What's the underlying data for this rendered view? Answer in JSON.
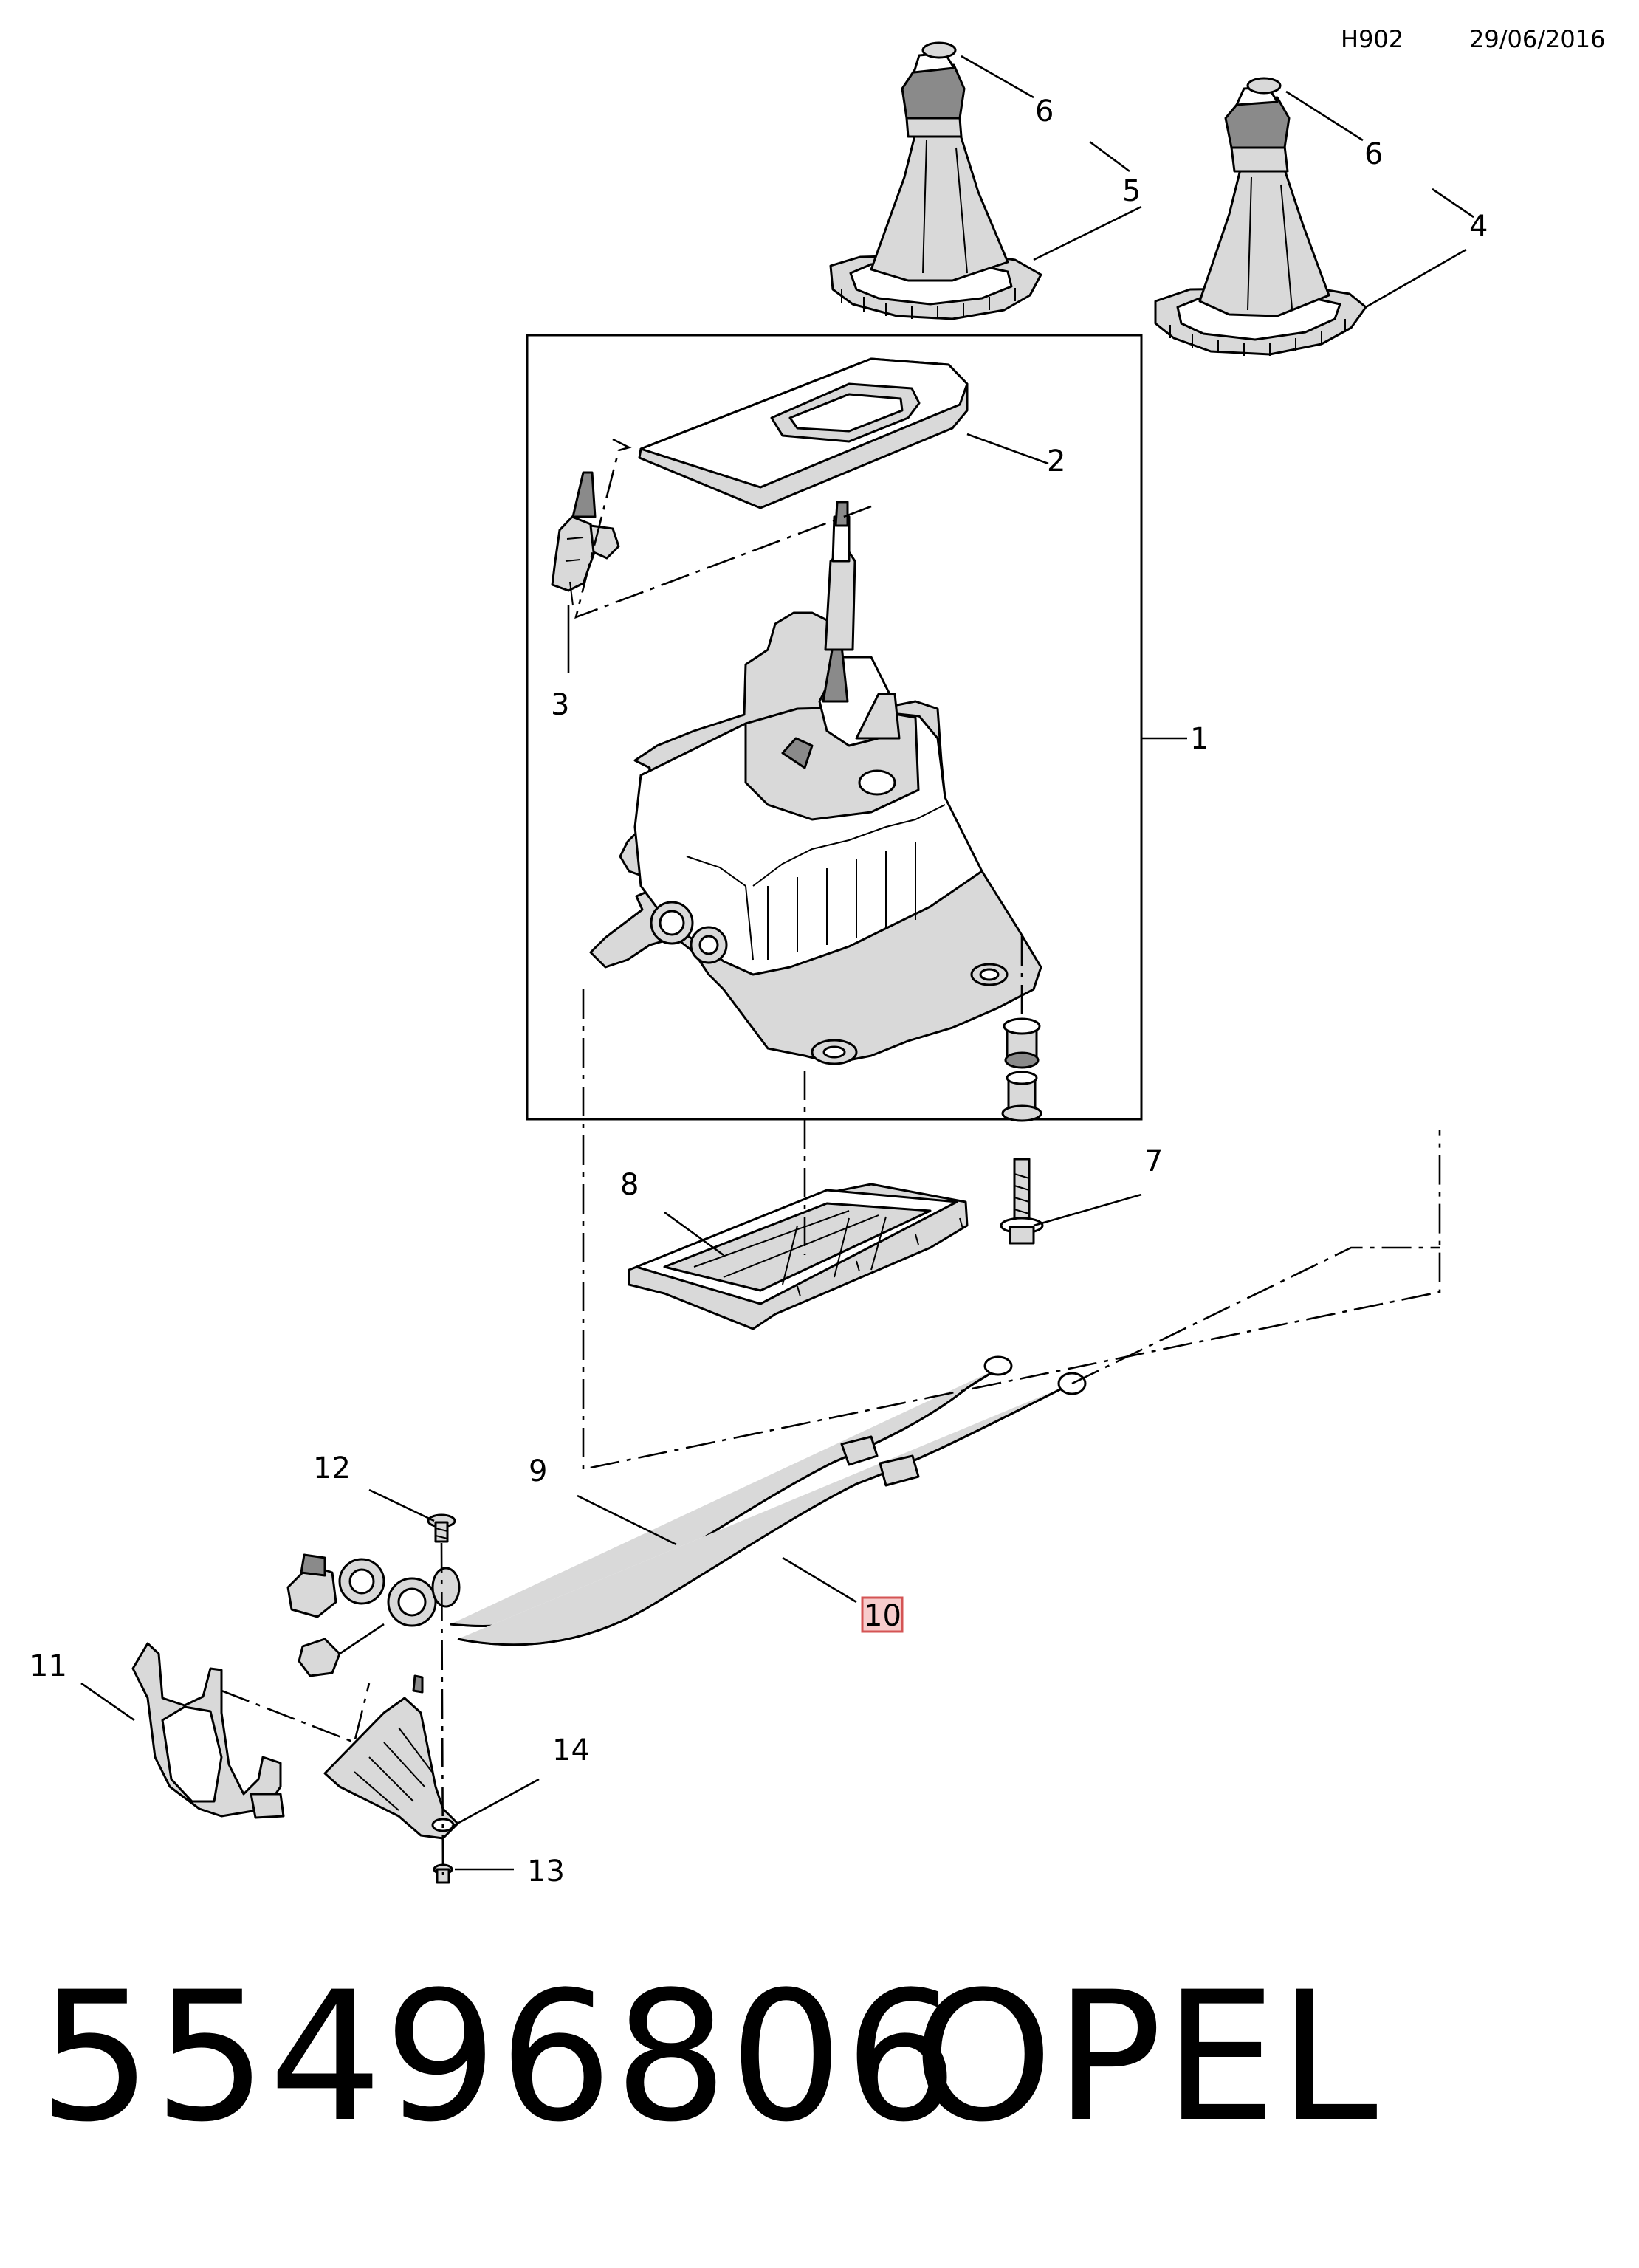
{
  "header": {
    "code": "H902",
    "date": "29/06/2016"
  },
  "callouts": [
    "1",
    "2",
    "3",
    "4",
    "5",
    "6",
    "6",
    "7",
    "8",
    "9",
    "10",
    "11",
    "12",
    "13",
    "14"
  ],
  "highlighted_callout": "10",
  "footer": {
    "part_number": "55496806",
    "brand": "OPEL"
  }
}
